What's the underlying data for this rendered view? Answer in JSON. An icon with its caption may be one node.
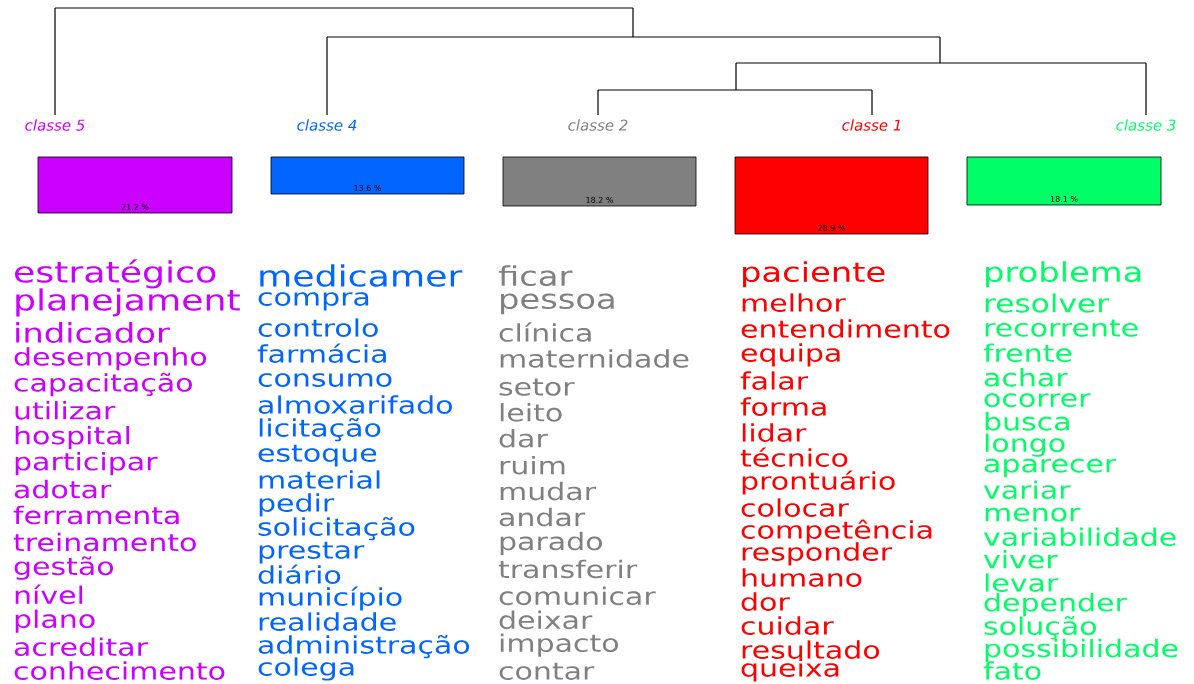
{
  "diagram": {
    "nodes": [
      {
        "text": [
          "classe 5",
          "21.2 %"
        ]
      },
      {
        "text": [
          "classe 4",
          "13.6 %"
        ]
      },
      {
        "text": [
          "classe 2",
          "18.2 %"
        ]
      },
      {
        "text": [
          "classe 1",
          "28.9 %"
        ]
      },
      {
        "text": [
          "classe 3",
          "18.1 %"
        ]
      }
    ],
    "labels": [
      "estratégico",
      "planejament",
      "indicador",
      "desempenho",
      "capacitação",
      "utilizar",
      "hospital",
      "participar",
      "adotar",
      "ferramenta",
      "treinamento",
      "gestão",
      "nível",
      "plano",
      "acreditar",
      "conhecimento",
      "medicamer",
      "compra",
      "controlo",
      "farmácia",
      "consumo",
      "almoxarifado",
      "licitação",
      "estoque",
      "material",
      "pedir",
      "solicitação",
      "prestar",
      "diário",
      "município",
      "realidade",
      "administração",
      "colega",
      "ficar",
      "pessoa",
      "clínica",
      "maternidade",
      "setor",
      "leito",
      "dar",
      "ruim",
      "mudar",
      "andar",
      "parado",
      "transferir",
      "comunicar",
      "deixar",
      "impacto",
      "contar",
      "paciente",
      "melhor",
      "entendimento",
      "equipa",
      "falar",
      "forma",
      "lidar",
      "técnico",
      "prontuário",
      "colocar",
      "competência",
      "responder",
      "humano",
      "dor",
      "cuidar",
      "resultado",
      "queixa",
      "problema",
      "resolver",
      "recorrente",
      "frente",
      "achar",
      "ocorrer",
      "busca",
      "longo",
      "aparecer",
      "variar",
      "menor",
      "variabilidade",
      "viver",
      "levar",
      "depender",
      "solução",
      "possibilidade",
      "fato"
    ]
  }
}
